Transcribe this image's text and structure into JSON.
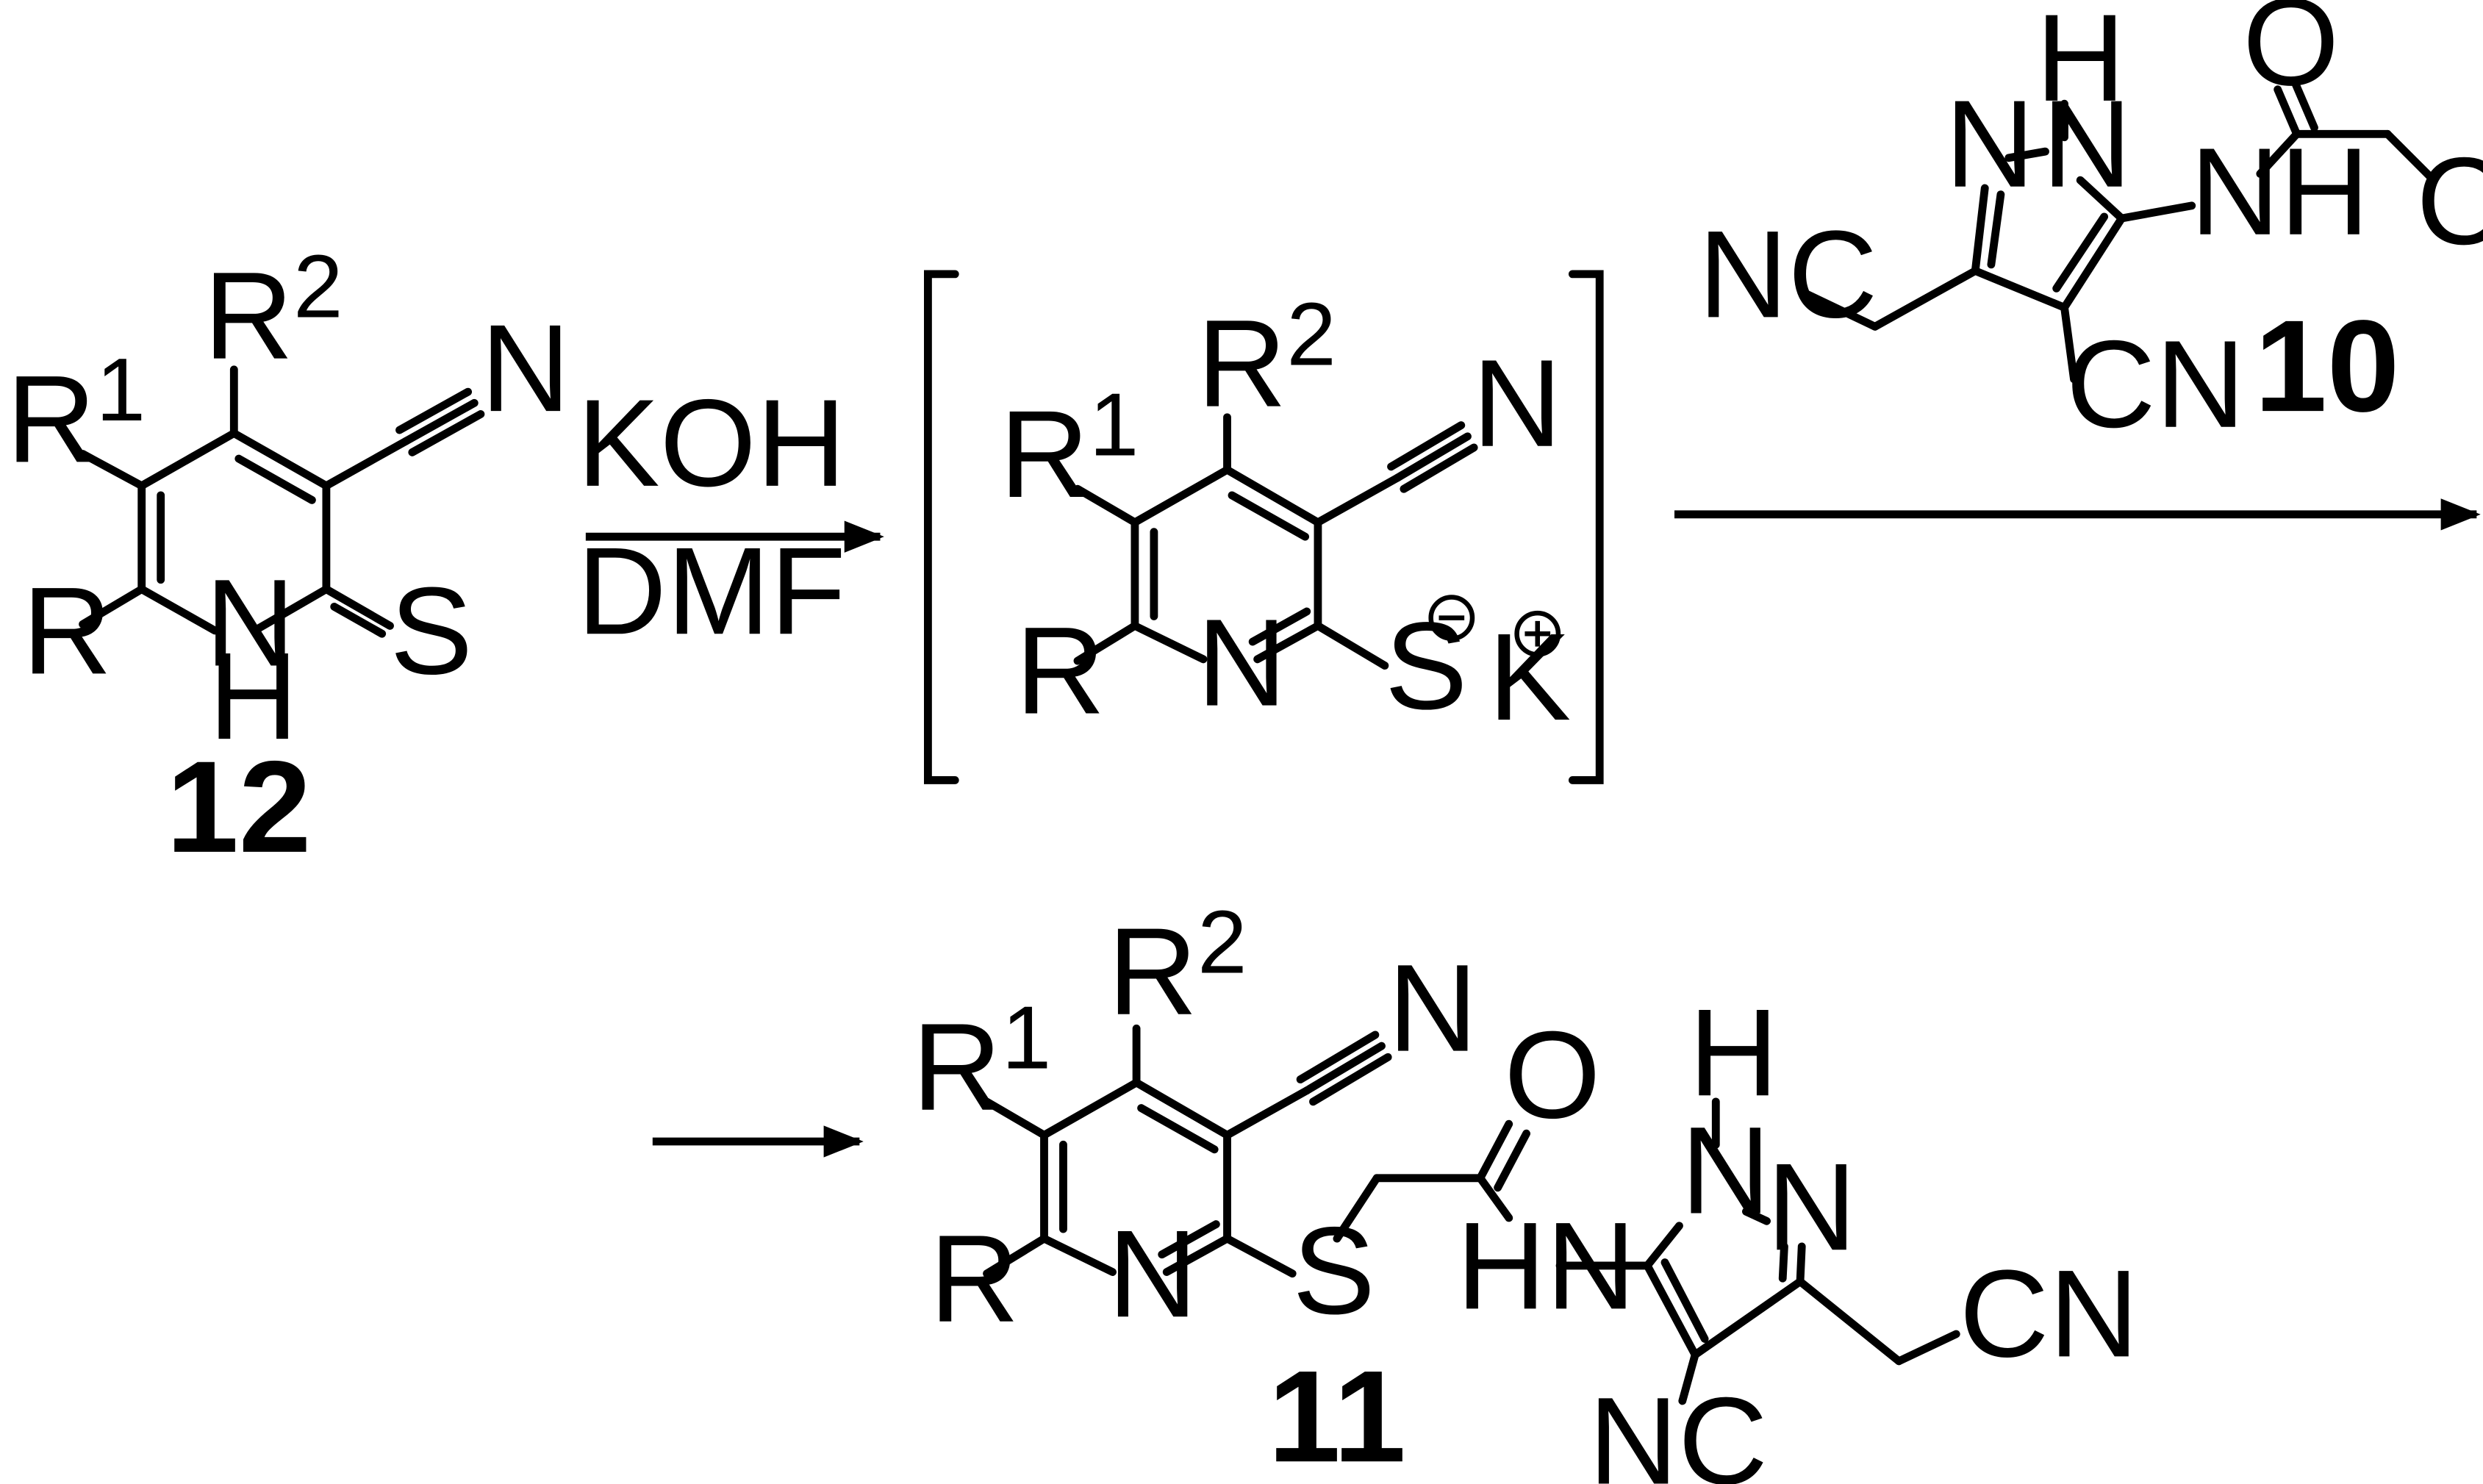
{
  "reagents": {
    "base": "KOH",
    "solvent": "DMF"
  },
  "compound_12": {
    "number": "12",
    "atoms": {
      "r": "R",
      "r1": "R",
      "r1_sup": "1",
      "r2": "R",
      "r2_sup": "2",
      "n_nitrile": "N",
      "nh_n": "N",
      "nh_h": "H",
      "s": "S"
    }
  },
  "intermediate": {
    "atoms": {
      "r": "R",
      "r1": "R",
      "r1_sup": "1",
      "r2": "R",
      "r2_sup": "2",
      "n_nitrile": "N",
      "n_ring": "N",
      "s": "S",
      "k": "K"
    }
  },
  "compound_10": {
    "number": "10",
    "atoms": {
      "h": "H",
      "n1": "N",
      "n2": "N",
      "o": "O",
      "nh": "NH",
      "cl": "Cl",
      "nc": "NC",
      "cn": "CN"
    }
  },
  "compound_11": {
    "number": "11",
    "atoms": {
      "r": "R",
      "r1": "R",
      "r1_sup": "1",
      "r2": "R",
      "r2_sup": "2",
      "n_nitrile": "N",
      "n_ring": "N",
      "s": "S",
      "o": "O",
      "hn": "HN",
      "h": "H",
      "n1": "N",
      "n2": "N",
      "cn": "CN",
      "nc": "NC"
    }
  }
}
